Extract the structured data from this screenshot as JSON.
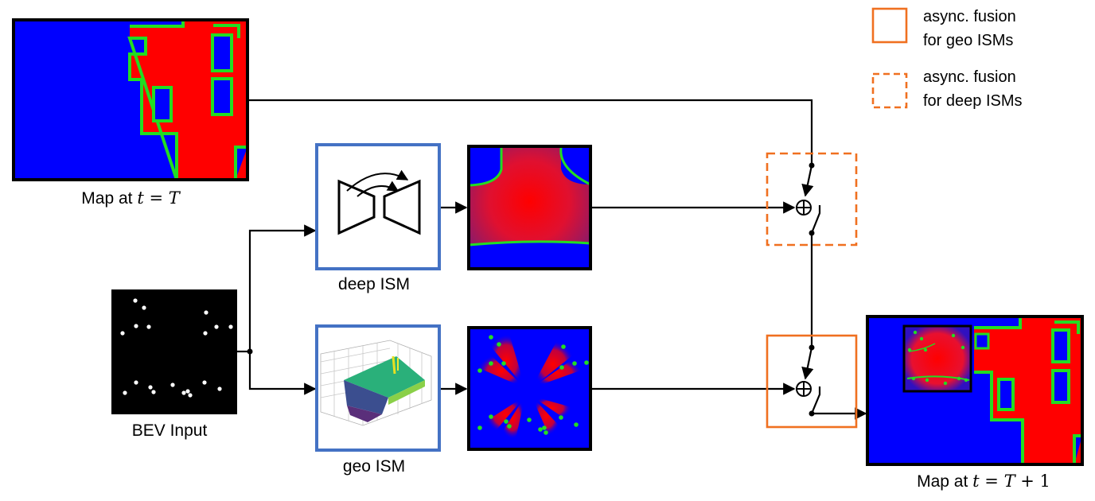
{
  "legend": {
    "geo_line1": "async. fusion",
    "geo_line2": "for geo ISMs",
    "deep_line1": "async. fusion",
    "deep_line2": "for deep ISMs"
  },
  "map_t": {
    "prefix": "Map at ",
    "var_t": "t",
    "eq": " = ",
    "var_T": "T"
  },
  "map_t1": {
    "prefix": "Map at ",
    "var_t": "t",
    "eq": " = ",
    "var_T": "T",
    "plus_one": " + 1"
  },
  "bev": {
    "label": "BEV Input"
  },
  "deep": {
    "label": "deep ISM"
  },
  "geo": {
    "label": "geo ISM"
  },
  "colors": {
    "free": "#0000ff",
    "occupied": "#ff0000",
    "boundary": "#22dd22",
    "box_blue": "#4472c4",
    "fusion_orange": "#f07020"
  }
}
